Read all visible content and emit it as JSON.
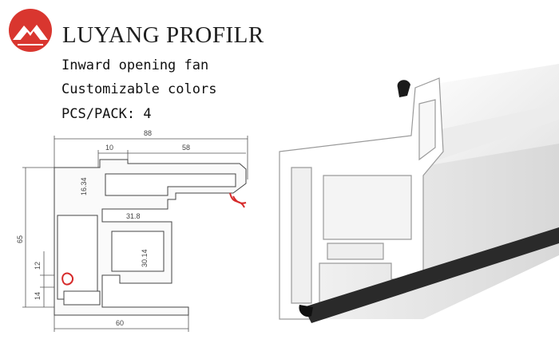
{
  "brand": {
    "name": "LUYANG PROFILR",
    "accent_color": "#d9362f",
    "logo_icon": "mountain-logo-icon"
  },
  "info": {
    "line1": "Inward opening fan",
    "line2": "Customizable colors",
    "pack_label": "PCS/PACK:",
    "pack_value": "4"
  },
  "drawing": {
    "dims": {
      "total_width": "88",
      "left_offset": "10",
      "right_span": "58",
      "upper_height": "16.34",
      "inner_width": "31.8",
      "inner_height": "30.14",
      "total_height": "65",
      "mid_height": "12",
      "bottom_height": "14",
      "base_width": "60"
    },
    "gasket_color": "#d62a2a"
  },
  "render": {
    "profile_color": "#f2f2f2",
    "gasket_color": "#1a1a1a"
  }
}
